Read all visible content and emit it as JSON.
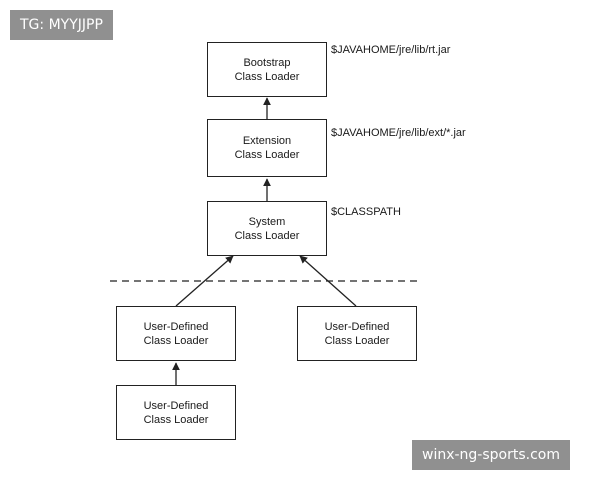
{
  "watermark_top": "TG: MYYJJPP",
  "watermark_bottom": "winx-ng-sports.com",
  "boxes": {
    "bootstrap": [
      "Bootstrap",
      "Class Loader"
    ],
    "extension": [
      "Extension",
      "Class Loader"
    ],
    "system": [
      "System",
      "Class Loader"
    ],
    "user_left": [
      "User-Defined",
      "Class Loader"
    ],
    "user_right": [
      "User-Defined",
      "Class Loader"
    ],
    "user_bottom": [
      "User-Defined",
      "Class Loader"
    ]
  },
  "paths": {
    "bootstrap": "$JAVAHOME/jre/lib/rt.jar",
    "extension": "$JAVAHOME/jre/lib/ext/*.jar",
    "system": "$CLASSPATH"
  },
  "colors": {
    "line": "#222222",
    "watermark_bg": "#7d7d7d"
  }
}
